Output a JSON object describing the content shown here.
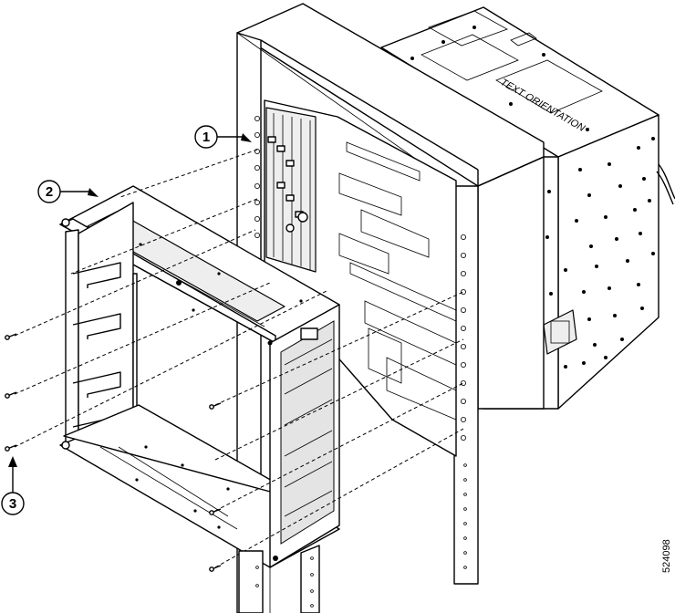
{
  "callouts": [
    {
      "number": "1"
    },
    {
      "number": "2"
    },
    {
      "number": "3"
    }
  ],
  "text_orientation_label": "TEXT ORIENTATION",
  "figure_id": "524098",
  "colors": {
    "line": "#000000",
    "background": "#ffffff",
    "shade": "#e4e4e4"
  }
}
